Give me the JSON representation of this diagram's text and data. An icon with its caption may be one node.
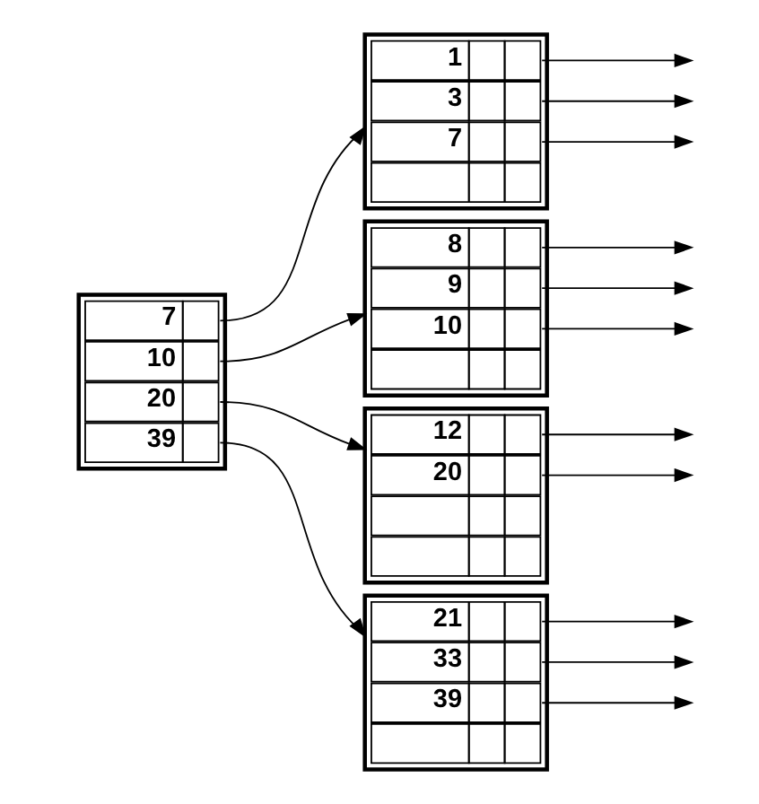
{
  "diagram": {
    "nodes": [
      {
        "text": [],
        "shape": "box"
      },
      {
        "text": [
          "7"
        ],
        "in": 0
      },
      {
        "text": [
          "10"
        ],
        "in": 0
      },
      {
        "text": [
          "20"
        ],
        "in": 0
      },
      {
        "text": [
          "39"
        ],
        "in": 0
      },
      {
        "text": [],
        "shape": "box"
      },
      {
        "text": [
          "1"
        ],
        "in": 5
      },
      {
        "text": [
          "3"
        ],
        "in": 5
      },
      {
        "text": [
          "7"
        ],
        "in": 5
      },
      {
        "text": [],
        "shape": "box",
        "in": 5
      },
      {
        "text": [],
        "shape": "box"
      },
      {
        "text": [
          "8"
        ],
        "in": 10
      },
      {
        "text": [
          "9"
        ],
        "in": 10
      },
      {
        "text": [
          "10"
        ],
        "in": 10
      },
      {
        "text": [],
        "shape": "box",
        "in": 10
      },
      {
        "text": [],
        "shape": "box"
      },
      {
        "text": [
          "21"
        ],
        "in": 15
      },
      {
        "text": [
          "33"
        ],
        "in": 15
      },
      {
        "text": [
          "39"
        ],
        "in": 15
      },
      {
        "text": [],
        "shape": "box",
        "in": 15
      },
      {
        "text": [],
        "shape": "box"
      },
      {
        "text": [
          "12"
        ],
        "in": 20
      },
      {
        "text": [
          "20"
        ],
        "in": 20
      },
      {
        "text": [],
        "shape": "box",
        "in": 20
      },
      {
        "text": [],
        "shape": "box",
        "in": 20
      }
    ],
    "edges": [
      {
        "from": 1,
        "to": 5,
        "arrow": "to"
      },
      {
        "from": 2,
        "to": 10,
        "arrow": "to"
      },
      {
        "from": 3,
        "to": 20,
        "arrow": "to"
      },
      {
        "from": 4,
        "to": 15,
        "arrow": "to"
      },
      {
        "from": 6,
        "to": null,
        "arrow": "to"
      },
      {
        "from": 7,
        "to": null,
        "arrow": "to"
      },
      {
        "from": 8,
        "to": null,
        "arrow": "to"
      },
      {
        "from": 11,
        "to": null,
        "arrow": "to"
      },
      {
        "from": 12,
        "to": null,
        "arrow": "to"
      },
      {
        "from": 13,
        "to": null,
        "arrow": "to"
      },
      {
        "from": 16,
        "to": null,
        "arrow": "to"
      },
      {
        "from": 17,
        "to": null,
        "arrow": "to"
      },
      {
        "from": 18,
        "to": null,
        "arrow": "to"
      },
      {
        "from": 21,
        "to": null,
        "arrow": "to"
      },
      {
        "from": 22,
        "to": null,
        "arrow": "to"
      }
    ]
  }
}
